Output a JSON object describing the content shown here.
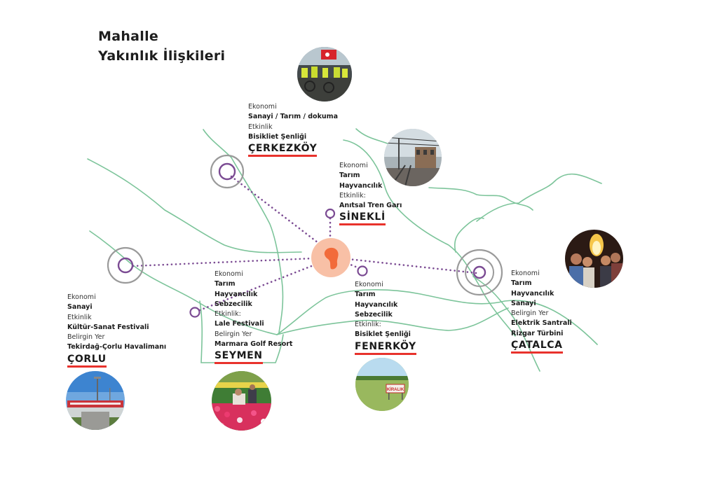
{
  "title": {
    "line1": "Mahalle",
    "line2": "Yakınlık İlişkileri"
  },
  "places": {
    "cerkezkoy": {
      "name": "ÇERKEZKÖY",
      "lines": [
        {
          "label": "Ekonomi"
        },
        {
          "value": "Sanayi / Tarım / dokuma"
        },
        {
          "label": "Etkinlik"
        },
        {
          "value": "Bisikliet Şenliği"
        }
      ]
    },
    "sinekli": {
      "name": "SİNEKLİ",
      "lines": [
        {
          "label": "Ekonomi"
        },
        {
          "value": "Tarım"
        },
        {
          "value": "Hayvancılık"
        },
        {
          "label": "Etkinlik:"
        },
        {
          "value": "Anıtsal Tren Garı"
        }
      ]
    },
    "corlu": {
      "name": "ÇORLU",
      "lines": [
        {
          "label": "Ekonomi"
        },
        {
          "value": "Sanayi"
        },
        {
          "label": "Etkinlik"
        },
        {
          "value": "Kültür-Sanat Festivali"
        },
        {
          "label": "Belirgin Yer"
        },
        {
          "value": "Tekirdağ-Çorlu Havalimanı"
        }
      ]
    },
    "seymen": {
      "name": "SEYMEN",
      "lines": [
        {
          "label": "Ekonomi"
        },
        {
          "value": "Tarım"
        },
        {
          "value": "Hayvancılık"
        },
        {
          "value": "Sebzecilik"
        },
        {
          "label": "Etkinlik:"
        },
        {
          "value": "Lale Festivali"
        },
        {
          "label": "Belirgin Yer"
        },
        {
          "value": "Marmara Golf Resort"
        }
      ]
    },
    "fenerkoy": {
      "name": "FENERKÖY",
      "lines": [
        {
          "label": "Ekonomi"
        },
        {
          "value": "Tarım"
        },
        {
          "value": "Hayvancılık"
        },
        {
          "value": "Sebzecilik"
        },
        {
          "label": "Etkinlik:"
        },
        {
          "value": "Bisiklet Şenliği"
        }
      ]
    },
    "catalca": {
      "name": "ÇATALCA",
      "lines": [
        {
          "label": "Ekonomi"
        },
        {
          "value": "Tarım"
        },
        {
          "value": "Hayvancılık"
        },
        {
          "value": "Sanayi"
        },
        {
          "label": "Belirgin Yer"
        },
        {
          "value": "Elektrik Santrali"
        },
        {
          "value": "Rizgar Türbini"
        }
      ]
    }
  },
  "photos": {
    "sign_text": "KİRALIK"
  },
  "colors": {
    "road": "#7cc49a",
    "link": "#7b4b93",
    "ring": "#9a9a9a",
    "center": "#f26b3a",
    "center_halo": "#f8c0a6",
    "accent_underline": "#e8322c"
  }
}
